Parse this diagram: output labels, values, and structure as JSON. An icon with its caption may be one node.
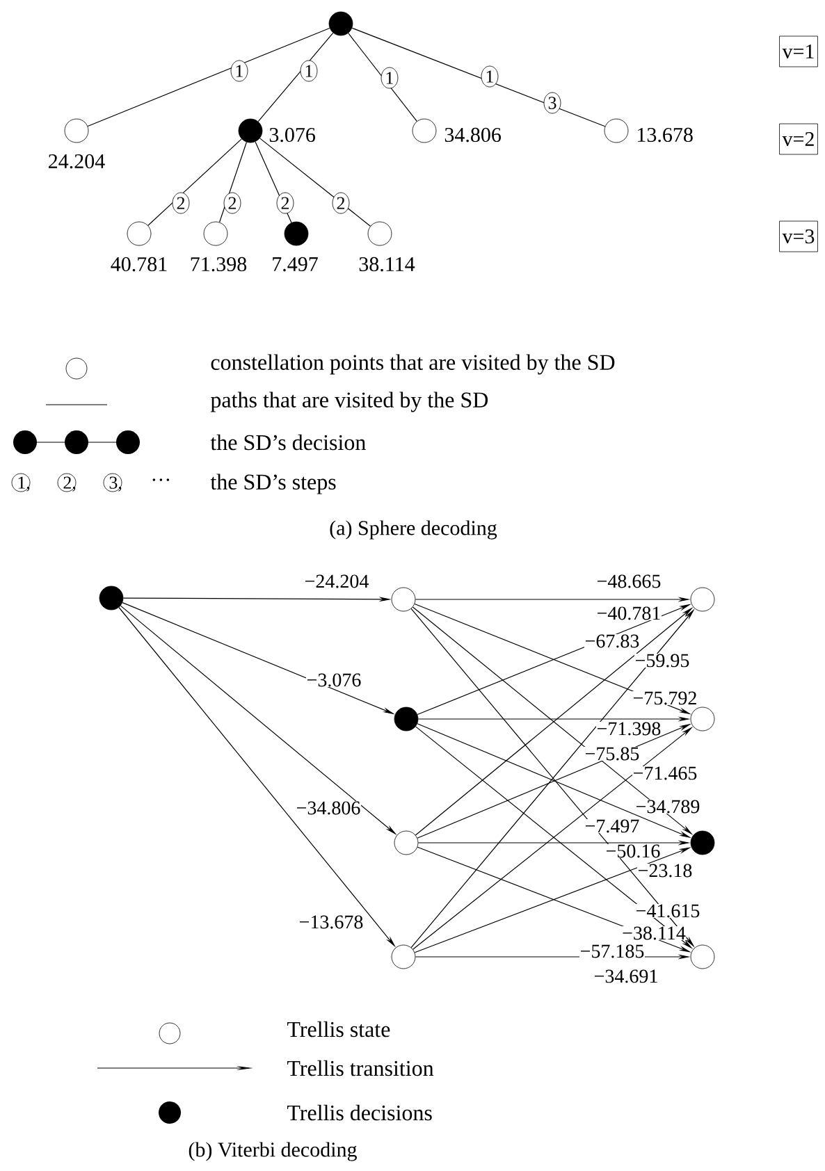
{
  "diagram": {
    "nodes": [
      {
        "text": [],
        "shape": "dot"
      },
      {
        "text": [],
        "shape": "circle",
        "beside": [
          "24.204"
        ]
      },
      {
        "text": [],
        "shape": "dot",
        "beside": [
          "3.076"
        ]
      },
      {
        "text": [],
        "shape": "circle",
        "beside": [
          "34.806"
        ]
      },
      {
        "text": [],
        "shape": "circle",
        "beside": [
          "13.678"
        ]
      },
      {
        "text": [],
        "shape": "circle",
        "beside": [
          "40.781"
        ]
      },
      {
        "text": [],
        "shape": "circle",
        "beside": [
          "71.398"
        ]
      },
      {
        "text": [],
        "shape": "dot",
        "beside": [
          "7.497"
        ]
      },
      {
        "text": [],
        "shape": "circle",
        "beside": [
          "38.114"
        ]
      },
      {
        "text": [
          "v=1"
        ]
      },
      {
        "text": [
          "v=2"
        ]
      },
      {
        "text": [
          "v=3"
        ]
      },
      {
        "text": [],
        "shape": "dot"
      },
      {
        "text": [],
        "shape": "circle"
      },
      {
        "text": [],
        "shape": "dot"
      },
      {
        "text": [],
        "shape": "circle"
      },
      {
        "text": [],
        "shape": "circle"
      },
      {
        "text": [],
        "shape": "circle"
      },
      {
        "text": [],
        "shape": "circle"
      },
      {
        "text": [],
        "shape": "dot"
      },
      {
        "text": [],
        "shape": "circle"
      }
    ],
    "edges": [
      {
        "from": 0,
        "to": 1,
        "arrow": "none",
        "label": "1"
      },
      {
        "from": 0,
        "to": 2,
        "arrow": "none",
        "label": "1"
      },
      {
        "from": 0,
        "to": 3,
        "arrow": "none",
        "label": "1"
      },
      {
        "from": 0,
        "to": 4,
        "arrow": "none",
        "label": "1"
      },
      {
        "from": 2,
        "to": 5,
        "arrow": "none",
        "label": "2"
      },
      {
        "from": 2,
        "to": 6,
        "arrow": "none",
        "label": "2"
      },
      {
        "from": 2,
        "to": 7,
        "arrow": "none",
        "label": "2"
      },
      {
        "from": 2,
        "to": 8,
        "arrow": "none",
        "label": "2"
      },
      {
        "from": 12,
        "to": 13,
        "arrow": "to",
        "label": "−24.204"
      },
      {
        "from": 12,
        "to": 14,
        "arrow": "to",
        "label": "−3.076"
      },
      {
        "from": 12,
        "to": 15,
        "arrow": "to",
        "label": "−34.806"
      },
      {
        "from": 12,
        "to": 16,
        "arrow": "to",
        "label": "−13.678"
      },
      {
        "from": 13,
        "to": 17,
        "arrow": "to",
        "label": "−48.665"
      },
      {
        "from": 14,
        "to": 17,
        "arrow": "to",
        "label": "−40.781"
      },
      {
        "from": 15,
        "to": 17,
        "arrow": "to",
        "label": "−67.83"
      },
      {
        "from": 16,
        "to": 17,
        "arrow": "to",
        "label": "−59.95"
      },
      {
        "from": 13,
        "to": 18,
        "arrow": "to",
        "label": "−75.792"
      },
      {
        "from": 14,
        "to": 18,
        "arrow": "to",
        "label": "−71.398"
      },
      {
        "from": 15,
        "to": 18,
        "arrow": "to",
        "label": "−75.85"
      },
      {
        "from": 16,
        "to": 18,
        "arrow": "to",
        "label": "−71.465"
      },
      {
        "from": 13,
        "to": 19,
        "arrow": "to",
        "label": "−34.789"
      },
      {
        "from": 14,
        "to": 19,
        "arrow": "to",
        "label": "−7.497"
      },
      {
        "from": 15,
        "to": 19,
        "arrow": "to",
        "label": "−50.16"
      },
      {
        "from": 16,
        "to": 19,
        "arrow": "to",
        "label": "−23.18"
      },
      {
        "from": 13,
        "to": 20,
        "arrow": "to",
        "label": "−41.615"
      },
      {
        "from": 14,
        "to": 20,
        "arrow": "to",
        "label": "−38.114"
      },
      {
        "from": 15,
        "to": 20,
        "arrow": "to",
        "label": "−57.185"
      },
      {
        "from": 16,
        "to": 20,
        "arrow": "to",
        "label": "−34.691"
      }
    ],
    "labels": [
      "3",
      "1,",
      "2,",
      "3,",
      "···",
      "(a)  Sphere decoding",
      "(b)  Viterbi decoding"
    ],
    "legend": [
      {
        "text": "constellation points that are visited by the SD"
      },
      {
        "text": "paths that are visited by the SD"
      },
      {
        "text": "the SD’s decision"
      },
      {
        "text": "the SD’s steps"
      },
      {
        "text": "Trellis state"
      },
      {
        "text": "Trellis transition"
      },
      {
        "text": "Trellis decisions"
      }
    ]
  }
}
